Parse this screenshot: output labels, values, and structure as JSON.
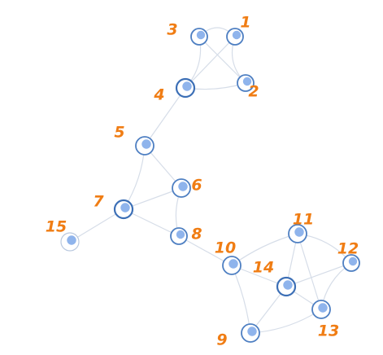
{
  "puzzle": {
    "nodes": [
      {
        "id": "1",
        "label": "1"
      },
      {
        "id": "2",
        "label": "2"
      },
      {
        "id": "3",
        "label": "3"
      },
      {
        "id": "4",
        "label": "4"
      },
      {
        "id": "5",
        "label": "5"
      },
      {
        "id": "6",
        "label": "6"
      },
      {
        "id": "7",
        "label": "7"
      },
      {
        "id": "8",
        "label": "8"
      },
      {
        "id": "9",
        "label": "9"
      },
      {
        "id": "10",
        "label": "10"
      },
      {
        "id": "11",
        "label": "11"
      },
      {
        "id": "12",
        "label": "12"
      },
      {
        "id": "13",
        "label": "13"
      },
      {
        "id": "14",
        "label": "14"
      },
      {
        "id": "15",
        "label": "15"
      }
    ],
    "edges": [
      [
        "3",
        "1"
      ],
      [
        "3",
        "2"
      ],
      [
        "1",
        "4"
      ],
      [
        "4",
        "2"
      ],
      [
        "1",
        "2"
      ],
      [
        "3",
        "4"
      ],
      [
        "4",
        "5"
      ],
      [
        "5",
        "6"
      ],
      [
        "5",
        "7"
      ],
      [
        "7",
        "6"
      ],
      [
        "6",
        "8"
      ],
      [
        "7",
        "8"
      ],
      [
        "7",
        "15"
      ],
      [
        "8",
        "10"
      ],
      [
        "10",
        "11"
      ],
      [
        "10",
        "14"
      ],
      [
        "10",
        "9"
      ],
      [
        "11",
        "14"
      ],
      [
        "11",
        "12"
      ],
      [
        "11",
        "13"
      ],
      [
        "14",
        "12"
      ],
      [
        "14",
        "13"
      ],
      [
        "14",
        "9"
      ],
      [
        "12",
        "13"
      ],
      [
        "9",
        "13"
      ]
    ],
    "colors": {
      "ring": "#4e7fc2",
      "ring_faded": "#b9c8de",
      "dot": "#8fb4ec",
      "edge": "#d6dde8",
      "label": "#f07d14"
    }
  }
}
